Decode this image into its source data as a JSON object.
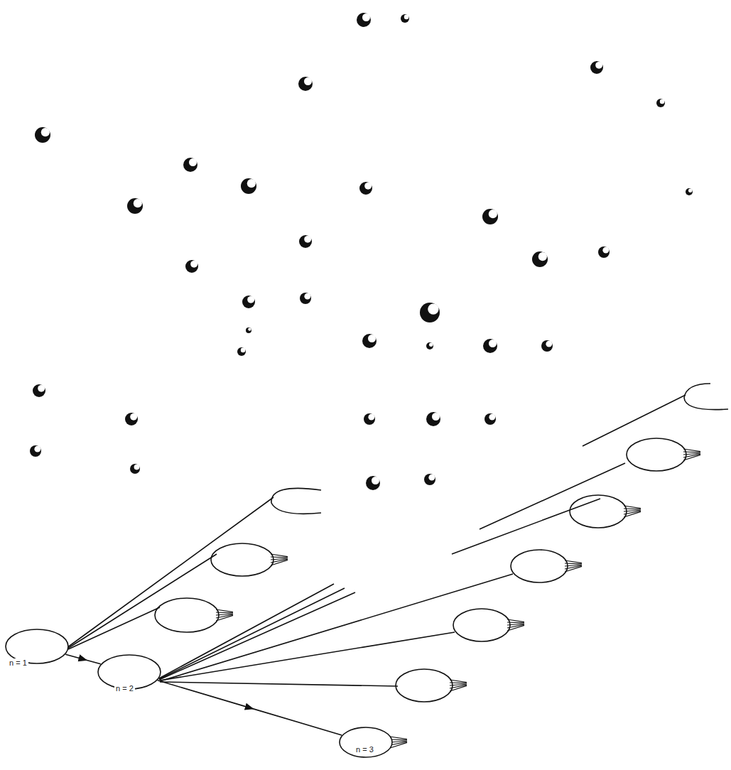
{
  "diagram": {
    "nodes": [
      {
        "text": [
          "n = 1"
        ]
      },
      {
        "text": [
          "n = 2"
        ]
      },
      {
        "text": [
          "n = 3"
        ]
      }
    ],
    "edges": [
      {
        "from": 0,
        "to": 1,
        "arrow": "to"
      },
      {
        "from": 1,
        "to": 2,
        "arrow": "to"
      }
    ]
  }
}
